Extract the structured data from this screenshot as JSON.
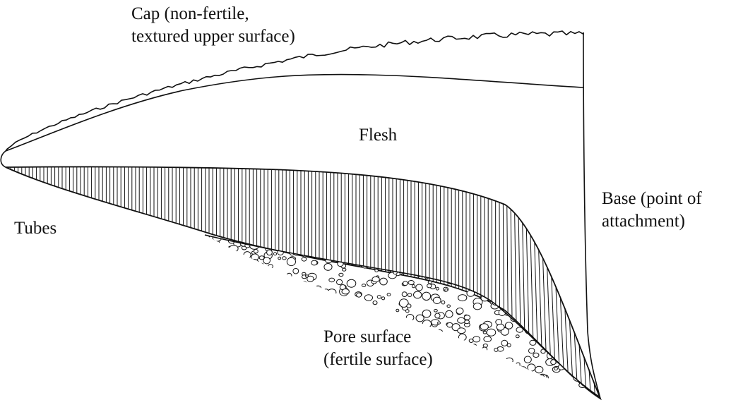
{
  "labels": {
    "cap": {
      "line1": "Cap (non-fertile,",
      "line2": "textured upper surface)"
    },
    "flesh": "Flesh",
    "tubes": "Tubes",
    "base": {
      "line1": "Base (point of",
      "line2": "attachment)"
    },
    "pore_surface": {
      "line1": "Pore surface",
      "line2": "(fertile surface)"
    }
  },
  "colors": {
    "ink": "#111111",
    "paper": "#ffffff"
  }
}
